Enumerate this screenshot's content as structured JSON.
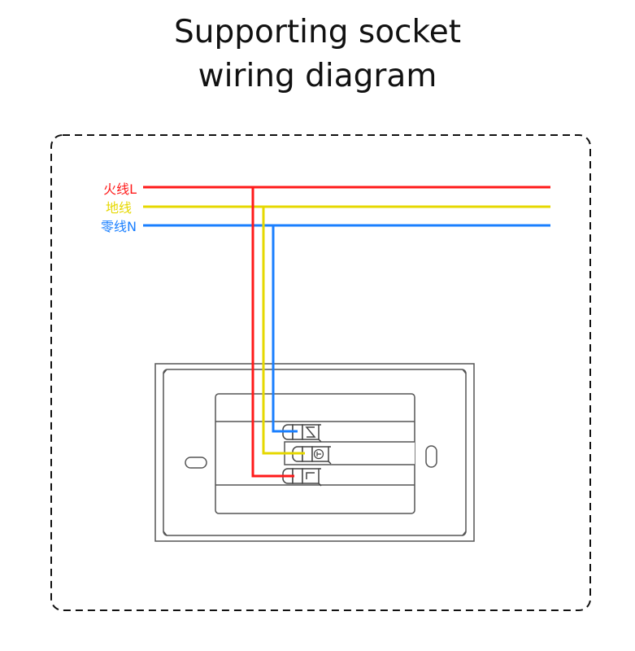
{
  "title": {
    "line1": "Supporting socket",
    "line2": "wiring diagram"
  },
  "wires": [
    {
      "id": "live",
      "label": "火线L",
      "color": "#ff1a1a",
      "terminal": "L"
    },
    {
      "id": "earth",
      "label": "地线",
      "color": "#e6d800",
      "terminal": "earth"
    },
    {
      "id": "neutral",
      "label": "零线N",
      "color": "#1a7fff",
      "terminal": "N"
    }
  ],
  "socket": {
    "terminals": [
      {
        "id": "N",
        "glyph": "N"
      },
      {
        "id": "earth",
        "glyph": "⏚"
      },
      {
        "id": "L",
        "glyph": "L"
      }
    ]
  }
}
